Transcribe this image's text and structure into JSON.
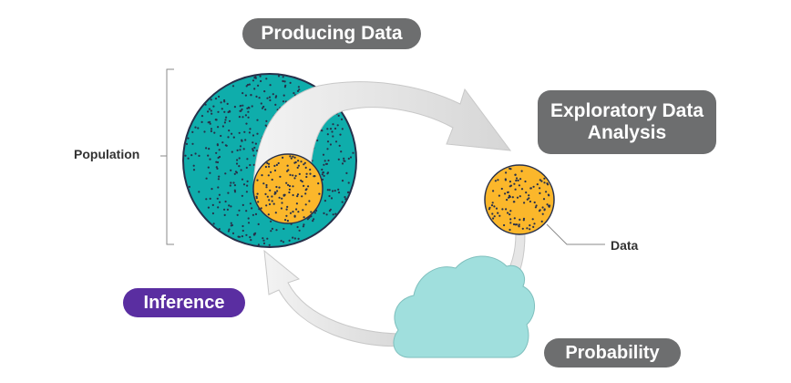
{
  "colors": {
    "population_fill": "#0fadab",
    "sample_fill": "#fbb72b",
    "dot_color": "#27304a",
    "arrow_fill": "#e2e2e2",
    "cloud_fill": "#a0dfdd",
    "pill_gray": "#6d6e6f",
    "pill_purple": "#5a2ea1",
    "leader_line": "#8a8a8a"
  },
  "labels": {
    "producing_data": "Producing Data",
    "eda_line1": "Exploratory Data",
    "eda_line2": "Analysis",
    "inference": "Inference",
    "probability": "Probability",
    "population": "Population",
    "data": "Data"
  },
  "icons": {
    "population": "dotted-circle",
    "sample": "dotted-circle",
    "cloud": "cloud-icon",
    "arrows": "curved-arrow"
  }
}
